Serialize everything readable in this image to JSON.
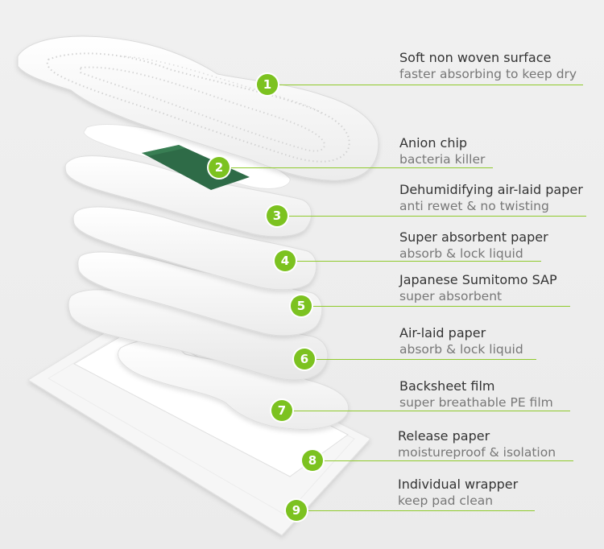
{
  "layers": [
    {
      "number": "1",
      "title": "Soft non woven surface",
      "subtitle": "faster absorbing to keep dry"
    },
    {
      "number": "2",
      "title": "Anion chip",
      "subtitle": "bacteria killer"
    },
    {
      "number": "3",
      "title": "Dehumidifying air-laid paper",
      "subtitle": "anti rewet & no twisting"
    },
    {
      "number": "4",
      "title": "Super absorbent paper",
      "subtitle": "absorb & lock liquid"
    },
    {
      "number": "5",
      "title": "Japanese Sumitomo SAP",
      "subtitle": "super absorbent"
    },
    {
      "number": "6",
      "title": "Air-laid paper",
      "subtitle": "absorb & lock liquid"
    },
    {
      "number": "7",
      "title": "Backsheet film",
      "subtitle": "super breathable PE film"
    },
    {
      "number": "8",
      "title": "Release paper",
      "subtitle": "moistureproof & isolation"
    },
    {
      "number": "9",
      "title": "Individual wrapper",
      "subtitle": "keep pad clean"
    }
  ],
  "colors": {
    "accent": "#7cc220",
    "anion_chip": "#2e6b47",
    "background": "#eeeeee"
  }
}
